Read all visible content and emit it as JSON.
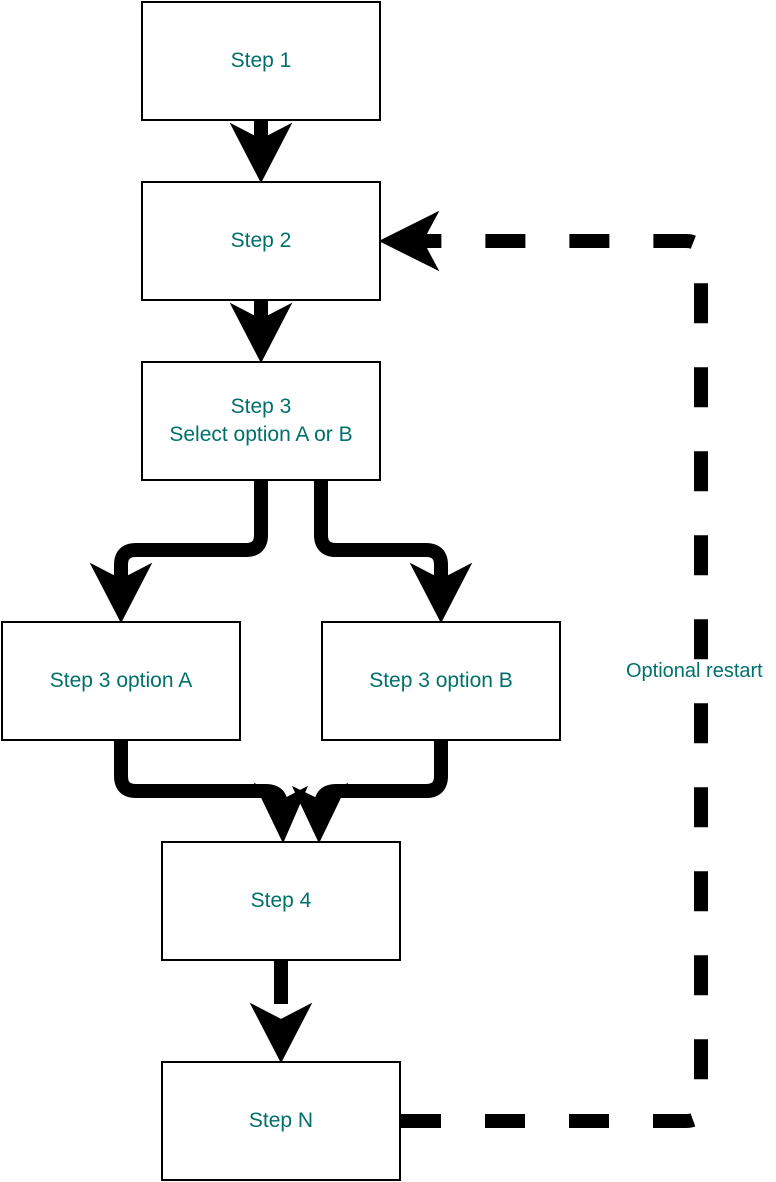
{
  "colors": {
    "text": "#00706b",
    "stroke": "#000000",
    "node_fill": "#ffffff"
  },
  "nodes": {
    "step1": "Step 1",
    "step2": "Step 2",
    "step3": "Step 3\nSelect option A or B",
    "step3a": "Step 3 option A",
    "step3b": "Step 3 option B",
    "step4": "Step 4",
    "stepn": "Step N"
  },
  "edge_labels": {
    "restart": "Optional restart"
  }
}
